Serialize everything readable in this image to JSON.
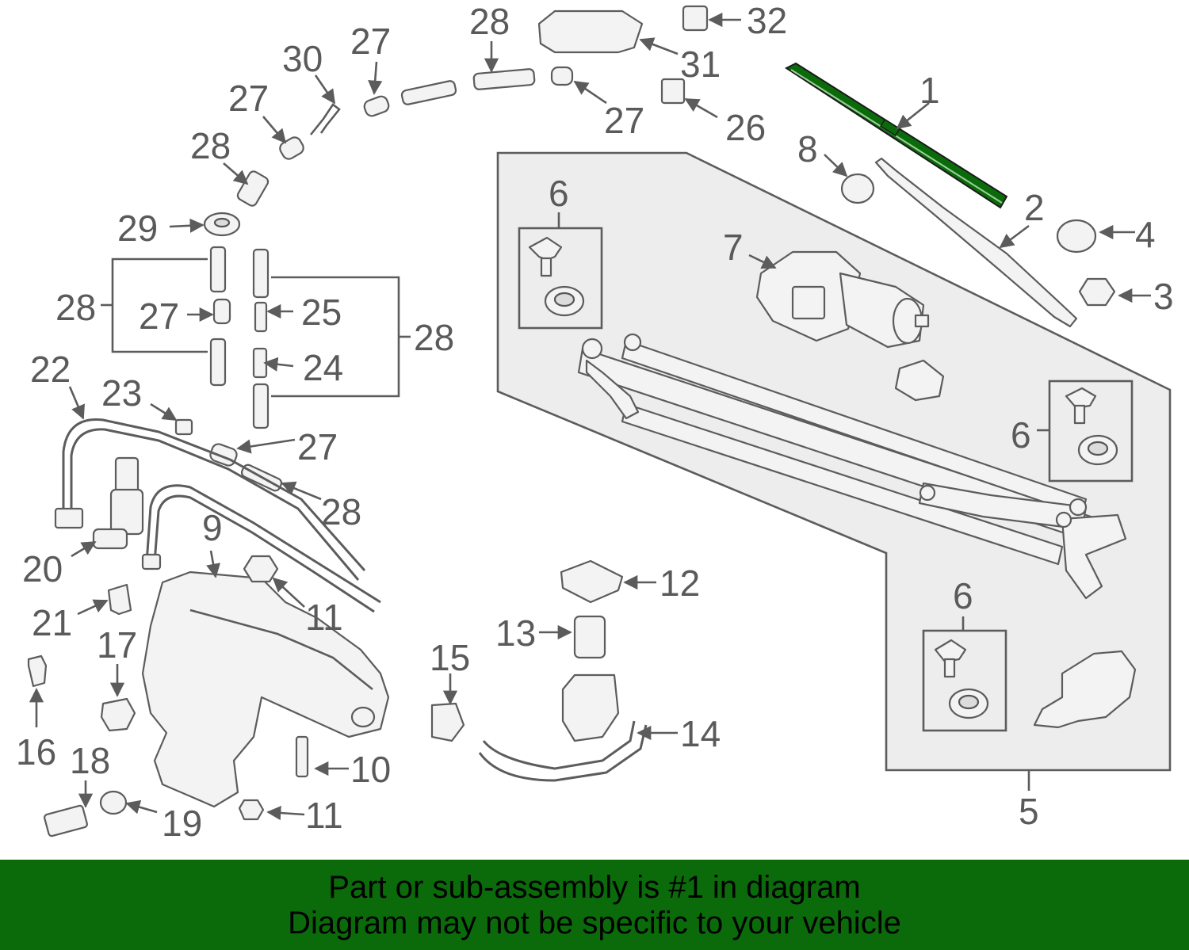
{
  "diagram": {
    "callouts": {
      "n1": "1",
      "n2": "2",
      "n3": "3",
      "n4": "4",
      "n5": "5",
      "n6a": "6",
      "n6b": "6",
      "n6c": "6",
      "n7": "7",
      "n8": "8",
      "n9": "9",
      "n10": "10",
      "n11a": "11",
      "n11b": "11",
      "n12": "12",
      "n13": "13",
      "n14": "14",
      "n15": "15",
      "n16": "16",
      "n17": "17",
      "n18": "18",
      "n19": "19",
      "n20": "20",
      "n21": "21",
      "n22": "22",
      "n23": "23",
      "n24": "24",
      "n25": "25",
      "n26": "26",
      "n27a": "27",
      "n27b": "27",
      "n27c": "27",
      "n27d": "27",
      "n27e": "27",
      "n28a": "28",
      "n28b": "28",
      "n28c": "28",
      "n28d": "28",
      "n28e": "28",
      "n29": "29",
      "n30": "30",
      "n31": "31",
      "n32": "32"
    },
    "colors": {
      "highlight": "#0b6b0b",
      "assembly_background": "#ededed",
      "line": "#5c5c5c"
    }
  },
  "banner": {
    "line1": "Part or sub-assembly is #1 in diagram",
    "line2": "Diagram may not be specific to your vehicle",
    "background": "#0b6b0b"
  }
}
